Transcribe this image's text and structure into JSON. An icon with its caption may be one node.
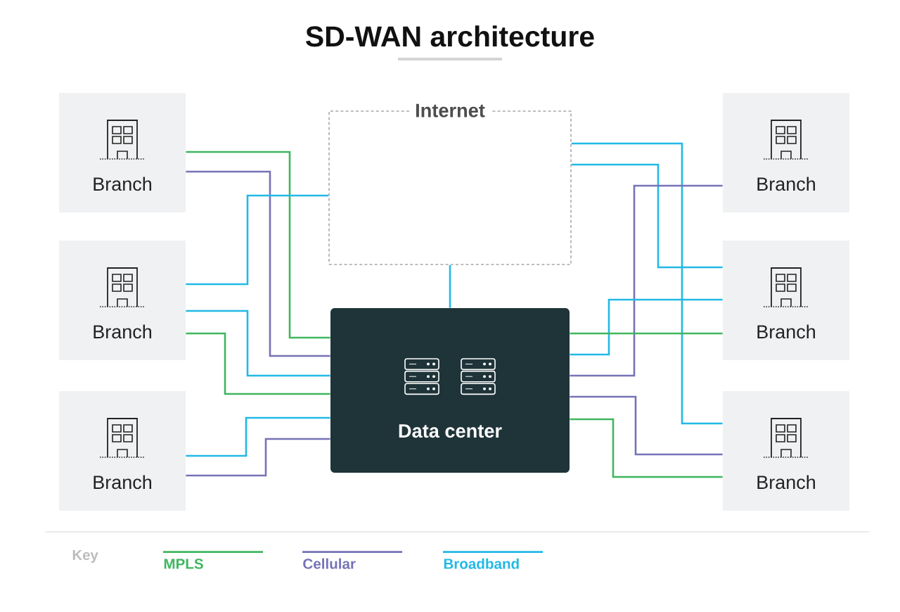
{
  "diagram": {
    "title": "SD-WAN architecture",
    "nodes": [
      {
        "text": [
          "Branch"
        ]
      },
      {
        "text": [
          "Internet"
        ]
      },
      {
        "text": [
          "Branch"
        ]
      },
      {
        "text": [
          "Branch"
        ]
      },
      {
        "text": [
          "Branch"
        ]
      },
      {
        "text": [
          "Data center"
        ]
      },
      {
        "text": [
          "Branch"
        ]
      },
      {
        "text": [
          "Branch"
        ]
      }
    ],
    "edges": [
      {
        "from": 0,
        "to": 5,
        "arrow": "none",
        "color": "#3fb65f"
      },
      {
        "from": 0,
        "to": 5,
        "arrow": "none",
        "color": "#7672b6"
      },
      {
        "from": 3,
        "to": 1,
        "arrow": "none",
        "color": "#22b9e6"
      },
      {
        "from": 3,
        "to": 5,
        "arrow": "none",
        "color": "#22b9e6"
      },
      {
        "from": 3,
        "to": 5,
        "arrow": "none",
        "color": "#3fb65f"
      },
      {
        "from": 6,
        "to": 5,
        "arrow": "none",
        "color": "#22b9e6"
      },
      {
        "from": 6,
        "to": 5,
        "arrow": "none",
        "color": "#7672b6"
      },
      {
        "from": 1,
        "to": 5,
        "arrow": "none",
        "color": "#22b9e6"
      },
      {
        "from": 1,
        "to": 4,
        "arrow": "none",
        "color": "#22b9e6"
      },
      {
        "from": 1,
        "to": 7,
        "arrow": "none",
        "color": "#22b9e6"
      },
      {
        "from": 2,
        "to": 5,
        "arrow": "none",
        "color": "#7672b6"
      },
      {
        "from": 4,
        "to": 5,
        "arrow": "none",
        "color": "#22b9e6"
      },
      {
        "from": 4,
        "to": 5,
        "arrow": "none",
        "color": "#3fb65f"
      },
      {
        "from": 7,
        "to": 5,
        "arrow": "none",
        "color": "#7672b6"
      },
      {
        "from": 7,
        "to": 5,
        "arrow": "none",
        "color": "#3fb65f"
      }
    ],
    "labels": [
      "Key"
    ],
    "legend": [
      {
        "text": "MPLS",
        "color": "#3fb65f"
      },
      {
        "text": "Cellular",
        "color": "#7672b6"
      },
      {
        "text": "Broadband",
        "color": "#22b9e6"
      }
    ]
  }
}
